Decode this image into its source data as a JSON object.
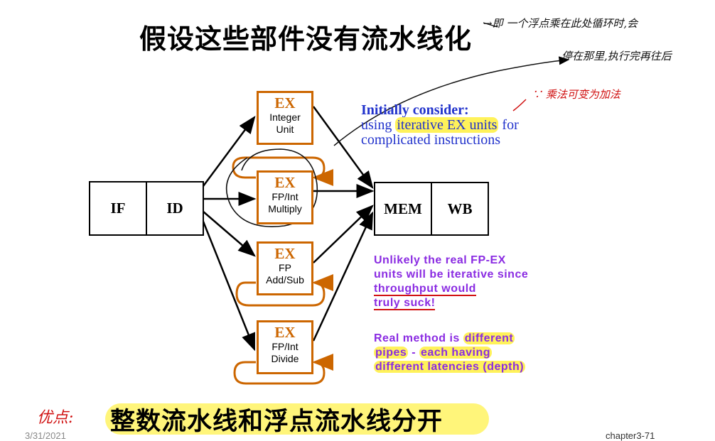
{
  "title": "假设这些部件没有流水线化",
  "bottom_title": "整数流水线和浮点流水线分开",
  "stages": {
    "if": "IF",
    "id": "ID",
    "mem": "MEM",
    "wb": "WB"
  },
  "units": [
    {
      "ex": "EX",
      "name1": "Integer",
      "name2": "Unit"
    },
    {
      "ex": "EX",
      "name1": "FP/Int",
      "name2": "Multiply"
    },
    {
      "ex": "EX",
      "name1": "FP",
      "name2": "Add/Sub"
    },
    {
      "ex": "EX",
      "name1": "FP/Int",
      "name2": "Divide"
    }
  ],
  "blue_note": {
    "line1": "Initially consider:",
    "line2_pre": "using ",
    "line2_hl": "iterative EX units",
    "line2_post": " for",
    "line3": "complicated instructions"
  },
  "purple_note1": {
    "line1": "Unlikely the real FP-EX",
    "line2": "units will be iterative since",
    "line3": "throughput would",
    "line4": "truly suck!"
  },
  "purple_note2": {
    "line1_pre": "Real method is ",
    "line1_hl": "different",
    "line2_hl": "pipes",
    "line2_post": " - ",
    "line2_hl2": "each having",
    "line3": "different latencies (depth)"
  },
  "handwriting": {
    "top_right_1": "→即 一个浮点乘在此处循环时,会",
    "top_right_2": "停在那里,执行完再往后",
    "red_note": "∵ 乘法可变为加法",
    "left_red": "优点:"
  },
  "footer": {
    "date": "3/31/2021",
    "page": "chapter3-71"
  },
  "colors": {
    "orange": "#cc6600",
    "blue": "#2233cc",
    "purple": "#8a2be2",
    "highlight": "#fff25a",
    "red": "#d01010"
  }
}
